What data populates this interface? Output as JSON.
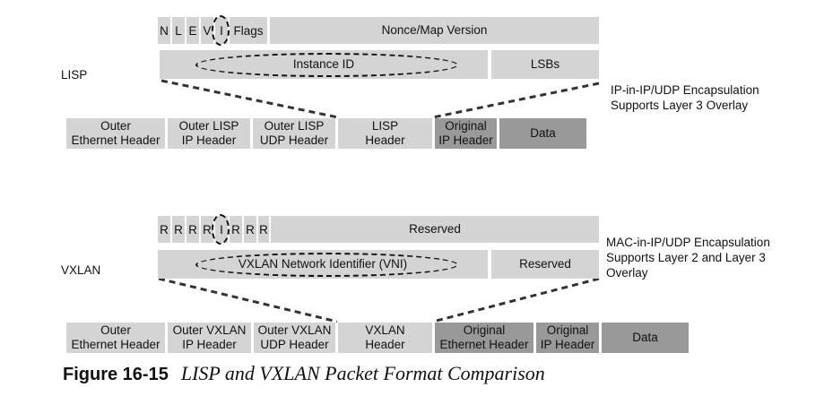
{
  "lisp": {
    "side_label": "LISP",
    "bits": [
      "N",
      "L",
      "E",
      "V",
      "I"
    ],
    "flags_label": "Flags",
    "nonce_label": "Nonce/Map Version",
    "instance_label": "Instance ID",
    "lsbs_label": "LSBs",
    "note_line1": "IP-in-IP/UDP Encapsulation",
    "note_line2": "Supports Layer 3 Overlay",
    "packet": [
      {
        "line1": "Outer",
        "line2": "Ethernet Header"
      },
      {
        "line1": "Outer LISP",
        "line2": "IP Header"
      },
      {
        "line1": "Outer LISP",
        "line2": "UDP Header"
      },
      {
        "line1": "LISP",
        "line2": "Header"
      },
      {
        "line1": "Original",
        "line2": "IP Header"
      },
      {
        "line1": "Data",
        "line2": ""
      }
    ]
  },
  "vxlan": {
    "side_label": "VXLAN",
    "bits": [
      "R",
      "R",
      "R",
      "R",
      "I",
      "R",
      "R",
      "R"
    ],
    "reserved_top_label": "Reserved",
    "vni_label": "VXLAN Network Identifier (VNI)",
    "reserved_right_label": "Reserved",
    "note_line1": "MAC-in-IP/UDP Encapsulation",
    "note_line2": "Supports Layer 2 and Layer 3",
    "note_line3": "Overlay",
    "packet": [
      {
        "line1": "Outer",
        "line2": "Ethernet Header"
      },
      {
        "line1": "Outer VXLAN",
        "line2": "IP Header"
      },
      {
        "line1": "Outer VXLAN",
        "line2": "UDP Header"
      },
      {
        "line1": "VXLAN",
        "line2": "Header"
      },
      {
        "line1": "Original",
        "line2": "Ethernet Header"
      },
      {
        "line1": "Original",
        "line2": "IP Header"
      },
      {
        "line1": "Data",
        "line2": ""
      }
    ]
  },
  "caption": {
    "number": "Figure 16-15",
    "title": "LISP and VXLAN Packet Format Comparison"
  },
  "colors": {
    "light_gray": "#d4d4d4",
    "dark_gray": "#999999"
  }
}
